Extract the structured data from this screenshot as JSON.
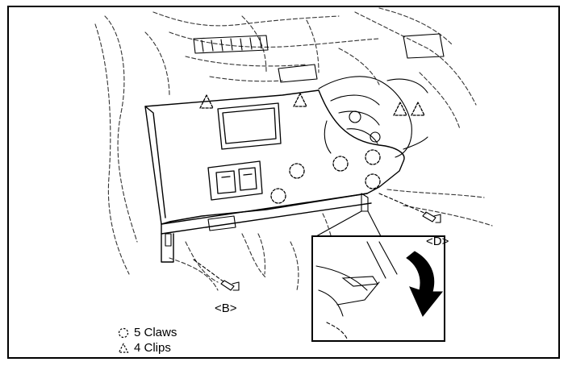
{
  "callouts": {
    "b": "<B>",
    "d": "<D>"
  },
  "legend": {
    "claws": "5 Claws",
    "clips": "4 Clips"
  },
  "icons": {
    "claw": "dashed-circle",
    "clip": "dashed-triangle",
    "arrow": "curved-down-arrow"
  }
}
